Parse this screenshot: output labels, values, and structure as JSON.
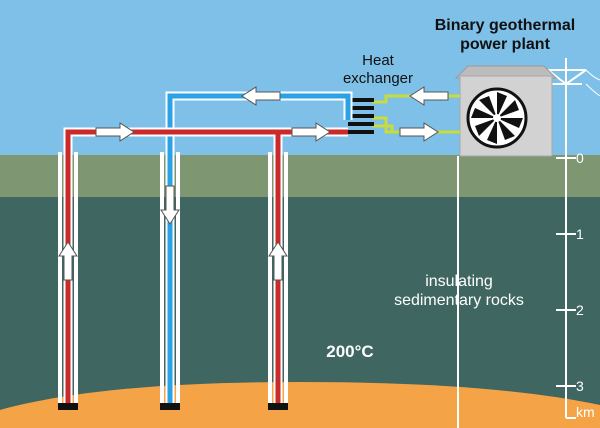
{
  "plant": {
    "title": "Binary geothermal power plant"
  },
  "heat_exchanger": {
    "label": "Heat exchanger"
  },
  "rock": {
    "label": "insulating sedimentary rocks"
  },
  "reservoir": {
    "temperature": "200°C"
  },
  "depth_scale": {
    "ticks": [
      "0",
      "1",
      "2",
      "3"
    ],
    "unit": "km"
  },
  "colors": {
    "sky": "#7ec0e8",
    "ground_surface": "#7e9672",
    "rock": "#3f6660",
    "reservoir": "#f5a347",
    "hot_pipe": "#cc2a2a",
    "cold_pipe": "#2aa2e6",
    "secondary_loop": "#c8dc3a",
    "plant_building": "#d2d2d2"
  },
  "icons": [
    "arrow-icon",
    "fan-icon",
    "power-pylon-icon"
  ]
}
